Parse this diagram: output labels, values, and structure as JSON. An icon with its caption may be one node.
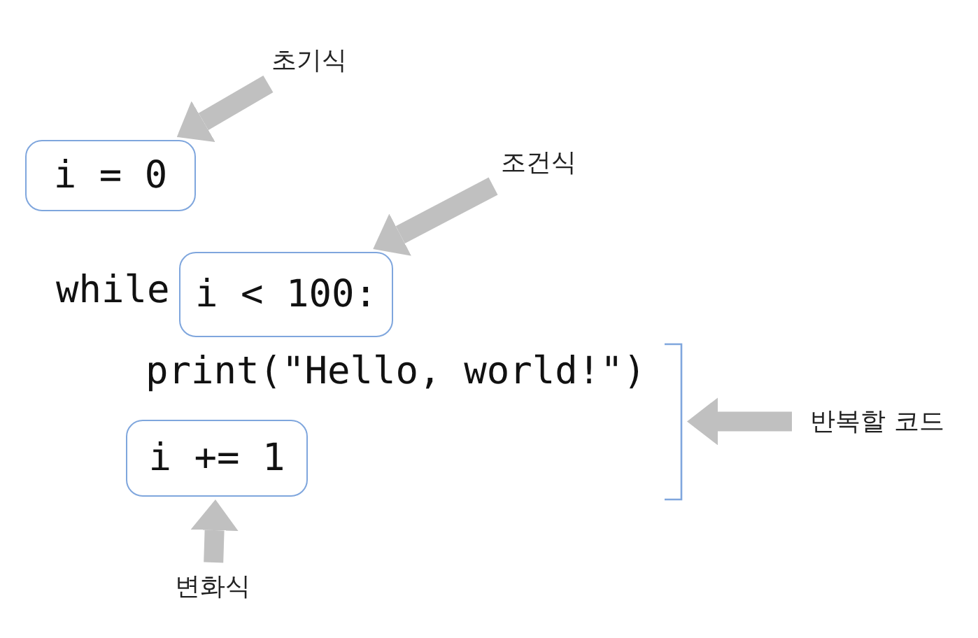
{
  "diagram": {
    "nodes": [
      {
        "text": [
          "초기식"
        ]
      },
      {
        "text": [
          "i = 0"
        ]
      },
      {
        "text": [
          "조건식"
        ]
      },
      {
        "text": [
          "i < 100:"
        ]
      },
      {
        "text": [
          "반복할 코드"
        ]
      },
      {
        "text": [
          "i += 1"
        ]
      },
      {
        "text": [
          "변화식"
        ]
      },
      {
        "text": [],
        "shape": "bracket"
      }
    ],
    "edges": [
      {
        "from": 0,
        "to": 1,
        "arrow": "to"
      },
      {
        "from": 2,
        "to": 3,
        "arrow": "to"
      },
      {
        "from": 4,
        "to": 7,
        "arrow": "to"
      },
      {
        "from": 6,
        "to": 5,
        "arrow": "to"
      }
    ],
    "labels": [
      "while",
      "print(\"Hello, world!\")"
    ]
  }
}
